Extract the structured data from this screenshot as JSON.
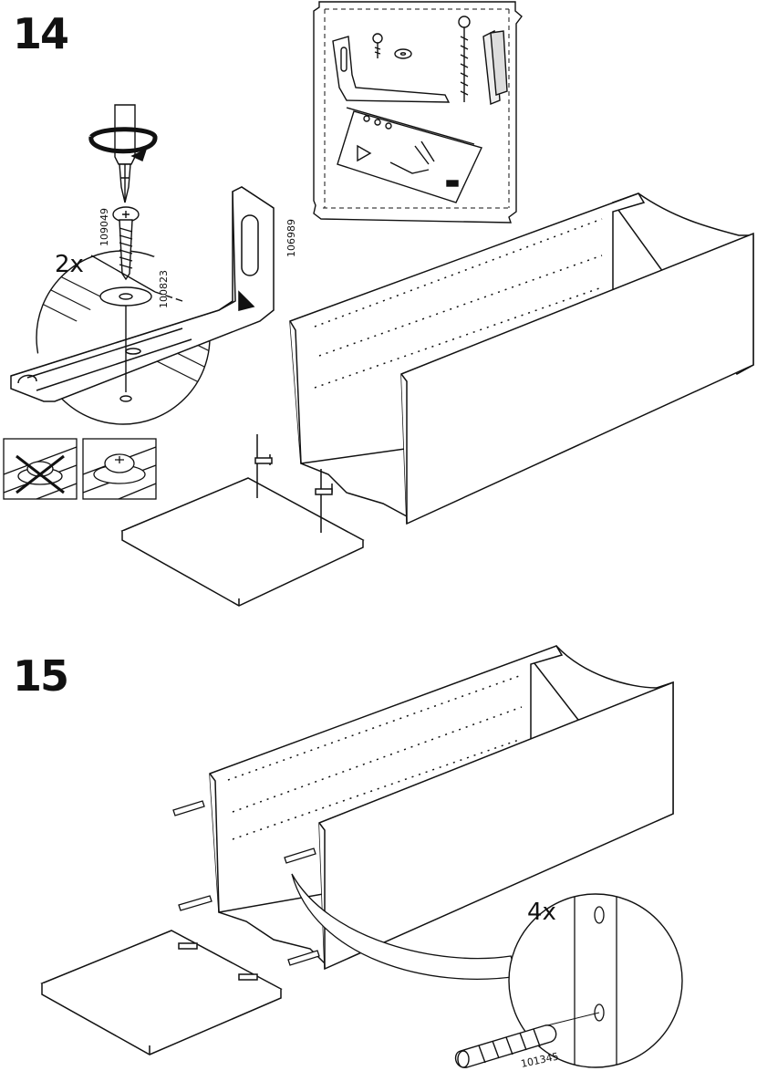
{
  "steps": [
    {
      "number": "14",
      "qty": "2x",
      "part_screw": "109049",
      "part_washer": "100823",
      "part_bracket": "106989"
    },
    {
      "number": "15",
      "qty": "4x",
      "part_dowel": "101345"
    }
  ]
}
